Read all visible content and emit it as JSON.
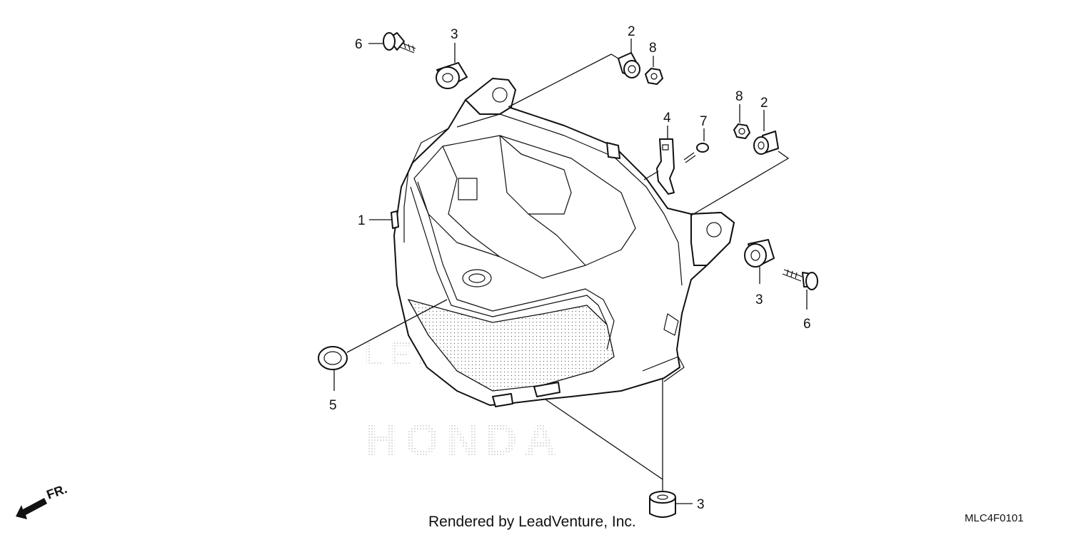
{
  "diagram": {
    "callouts": {
      "c1": "1",
      "c2a": "2",
      "c2b": "2",
      "c3a": "3",
      "c3b": "3",
      "c3c": "3",
      "c4": "4",
      "c5": "5",
      "c6a": "6",
      "c6b": "6",
      "c7": "7",
      "c8a": "8",
      "c8b": "8"
    },
    "front_marker": "FR.",
    "credit": "Rendered by LeadVenture, Inc.",
    "diagram_code": "MLC4F0101",
    "watermark": {
      "line1": "LEADVENTURE",
      "line2": "HONDA"
    }
  }
}
